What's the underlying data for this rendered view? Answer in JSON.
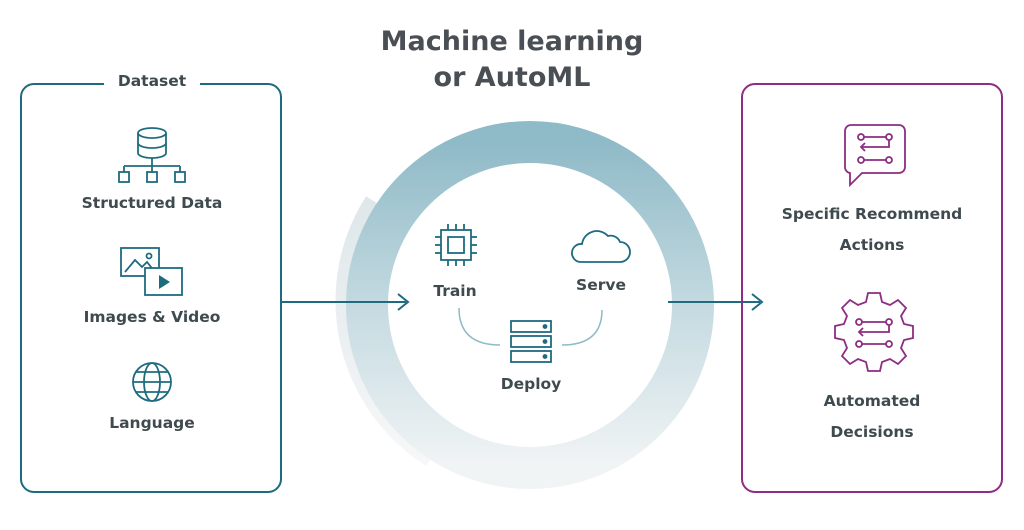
{
  "title": {
    "line1": "Machine learning",
    "line2": "or AutoML"
  },
  "dataset": {
    "title": "Dataset",
    "items": [
      {
        "label": "Structured Data",
        "icon": "database-hierarchy-icon"
      },
      {
        "label": "Images & Video",
        "icon": "image-video-icon"
      },
      {
        "label": "Language",
        "icon": "globe-icon"
      }
    ]
  },
  "cycle": {
    "train": "Train",
    "serve": "Serve",
    "deploy": "Deploy"
  },
  "outputs": {
    "recommend_line1": "Specific Recommend",
    "recommend_line2": "Actions",
    "decisions_line1": "Automated",
    "decisions_line2": "Decisions"
  },
  "colors": {
    "teal": "#1e6b80",
    "purple": "#8d2d83",
    "ring_light": "#b8d4dc",
    "ring_grey": "#e6e9ea"
  }
}
